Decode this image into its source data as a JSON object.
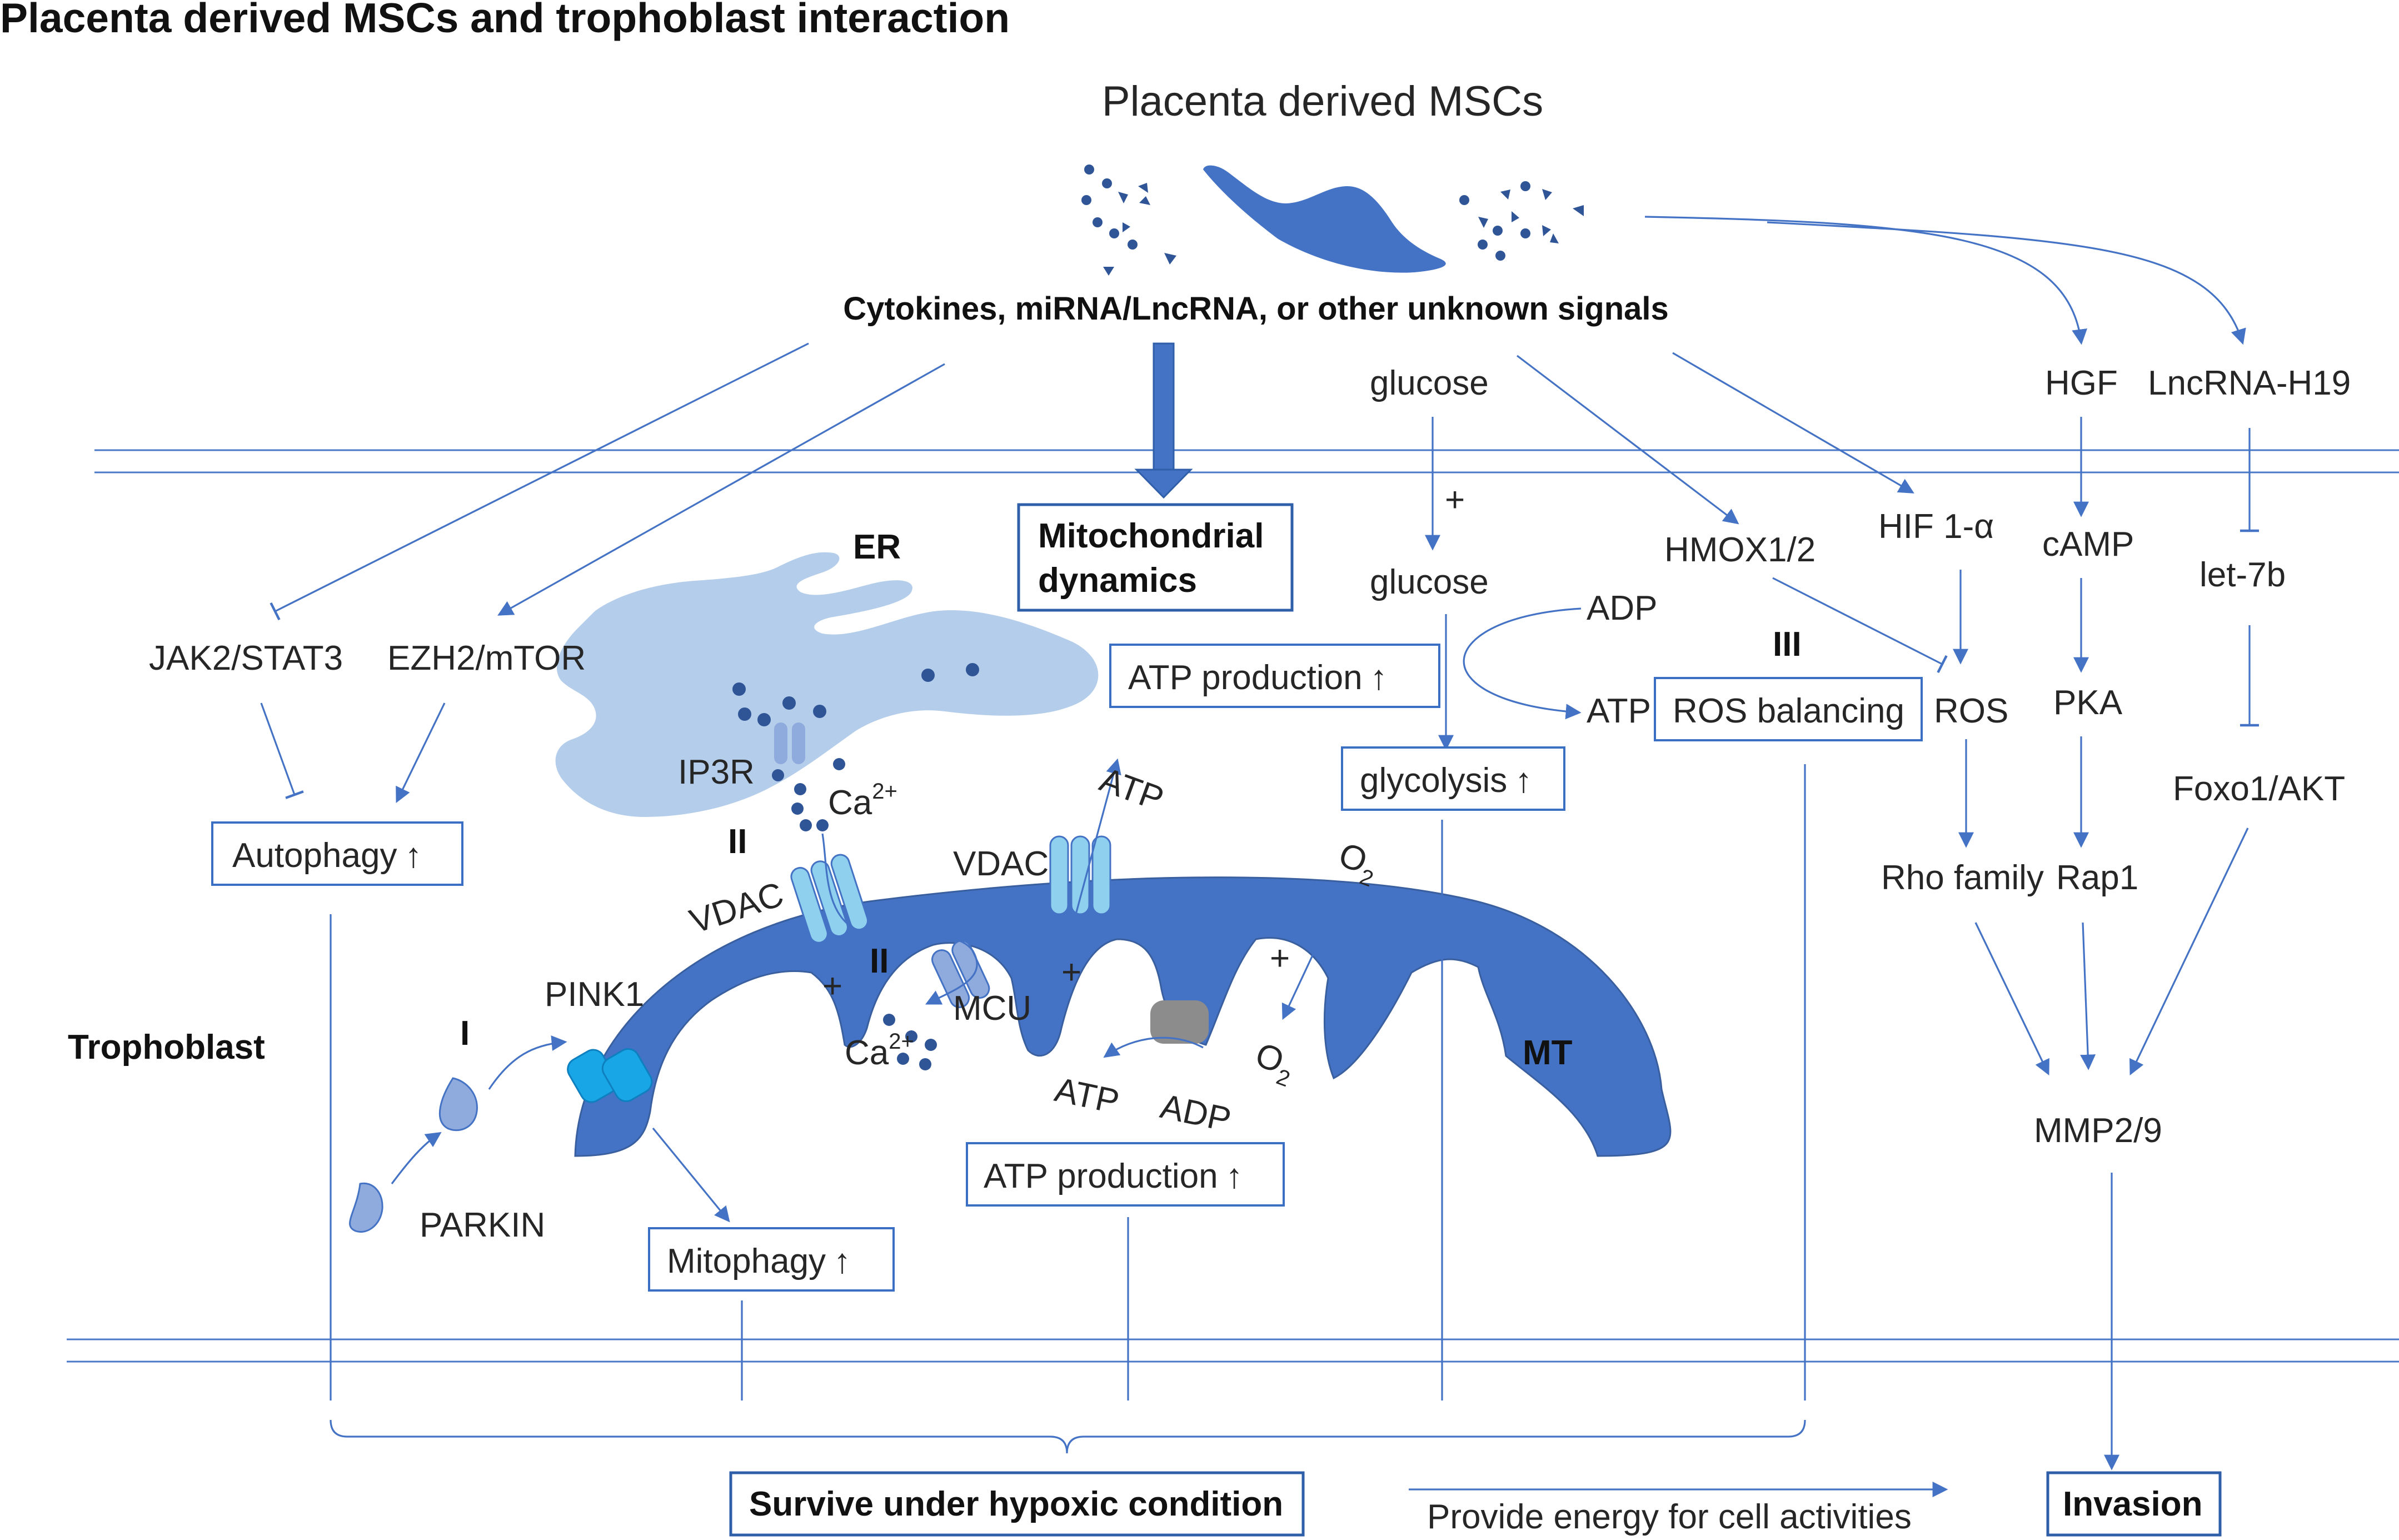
{
  "title": "Placenta derived MSCs and trophoblast interaction",
  "source_label": "Placenta derived MSCs",
  "signals_label": "Cytokines, miRNA/LncRNA, or other unknown signals",
  "trophoblast_label": "Trophoblast",
  "organelles": {
    "er": "ER",
    "mt": "MT"
  },
  "molecules": {
    "jak2_stat3": "JAK2/STAT3",
    "ezh2_mtor": "EZH2/mTOR",
    "ip3r": "IP3R",
    "ca": "Ca",
    "ca_sup": "2+",
    "vdac": "VDAC",
    "mcu": "MCU",
    "pink1": "PINK1",
    "parkin": "PARKIN",
    "atp": "ATP",
    "adp": "ADP",
    "o2_base": "O",
    "o2_sub": "2",
    "glucose": "glucose",
    "hmox": "HMOX1/2",
    "hif": "HIF 1-α",
    "ros": "ROS",
    "hgf": "HGF",
    "camp": "cAMP",
    "pka": "PKA",
    "rap1": "Rap1",
    "rho": "Rho family",
    "lnc": "LncRNA-H19",
    "let7b": "let-7b",
    "foxo1": "Foxo1/AKT",
    "mmp": "MMP2/9",
    "plus": "+"
  },
  "roman": {
    "I": "I",
    "II": "II",
    "III": "III"
  },
  "boxes": {
    "mito_dynamics_1": "Mitochondrial",
    "mito_dynamics_2": "dynamics",
    "atp_production_top": "ATP production",
    "atp_production_bottom": "ATP production",
    "autophagy": "Autophagy",
    "mitophagy": "Mitophagy",
    "glycolysis": "glycolysis",
    "ros_balancing": "ROS balancing",
    "survive": "Survive under hypoxic condition",
    "invasion": "Invasion",
    "up_arrow": "↑"
  },
  "energy_label": "Provide energy for cell activities",
  "colors": {
    "line": "#4472c4",
    "mt_fill": "#4472c4",
    "er_fill": "#b4cdea",
    "channel": "#8fd0ee",
    "pink": "#19a6e6",
    "dot": "#2f5597"
  }
}
